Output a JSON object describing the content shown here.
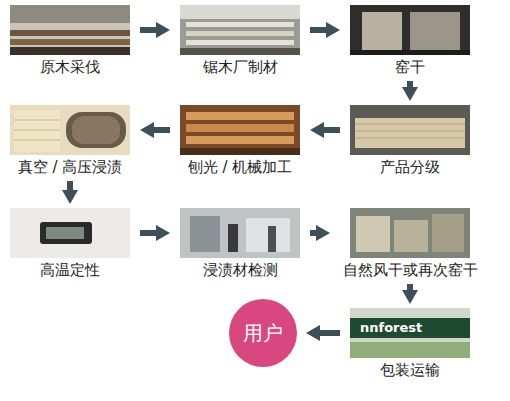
{
  "diagram": {
    "nodes": [
      {
        "text": [
          "原木采伐"
        ]
      },
      {
        "text": [
          "锯木厂制材"
        ]
      },
      {
        "text": [
          "窑干"
        ]
      },
      {
        "text": [
          "产品分级"
        ]
      },
      {
        "text": [
          "刨光 / 机械加工"
        ]
      },
      {
        "text": [
          "真空 / 高压浸渍"
        ]
      },
      {
        "text": [
          "高温定性"
        ]
      },
      {
        "text": [
          "浸渍材检测"
        ]
      },
      {
        "text": [
          "自然风干或再次窑干"
        ]
      },
      {
        "text": [
          "包装运输"
        ]
      },
      {
        "text": [
          "用户"
        ]
      }
    ],
    "edges": [
      {
        "from": 0,
        "to": 1,
        "arrow": "to"
      },
      {
        "from": 1,
        "to": 2,
        "arrow": "to"
      },
      {
        "from": 2,
        "to": 3,
        "arrow": "to"
      },
      {
        "from": 3,
        "to": 4,
        "arrow": "to"
      },
      {
        "from": 4,
        "to": 5,
        "arrow": "to"
      },
      {
        "from": 5,
        "to": 6,
        "arrow": "to"
      },
      {
        "from": 6,
        "to": 7,
        "arrow": "to"
      },
      {
        "from": 7,
        "to": 8,
        "arrow": "to"
      },
      {
        "from": 8,
        "to": 9,
        "arrow": "to"
      },
      {
        "from": 9,
        "to": 10,
        "arrow": "to"
      }
    ],
    "labels": [
      "nnforest"
    ]
  }
}
